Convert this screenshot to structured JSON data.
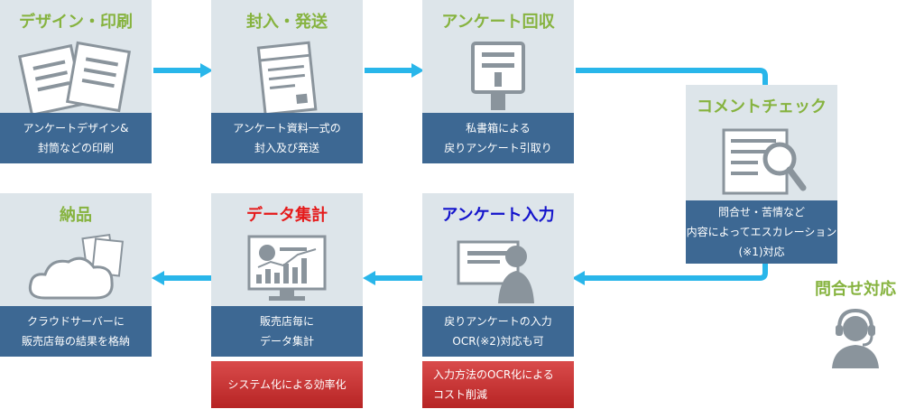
{
  "colors": {
    "card_bg": "#dde5ea",
    "desc_bg": "#3d6893",
    "title_green": "#86b33f",
    "title_red": "#e51a1a",
    "title_blue": "#1414cc",
    "arrow": "#29b6ea",
    "note_bg": "#c53030",
    "icon_gray": "#8a949c"
  },
  "steps": [
    {
      "title": "デザイン・印刷",
      "desc": [
        "アンケートデザイン&",
        "封筒などの印刷"
      ],
      "icon": "documents-icon"
    },
    {
      "title": "封入・発送",
      "desc": [
        "アンケート資料一式の",
        "封入及び発送"
      ],
      "icon": "envelope-icon"
    },
    {
      "title": "アンケート回収",
      "desc": [
        "私書箱による",
        "戻りアンケート引取り"
      ],
      "icon": "postbox-icon"
    },
    {
      "title": "コメントチェック",
      "desc": [
        "問合せ・苦情など",
        "内容によってエスカレーション",
        "(※1)対応"
      ],
      "icon": "document-magnifier-icon"
    },
    {
      "title": "アンケート入力",
      "desc": [
        "戻りアンケートの入力",
        "OCR(※2)対応も可"
      ],
      "icon": "person-at-computer-icon"
    },
    {
      "title": "データ集計",
      "desc": [
        "販売店毎に",
        "データ集計"
      ],
      "icon": "chart-monitor-icon"
    },
    {
      "title": "納品",
      "desc": [
        "クラウドサーバーに",
        "販売店毎の結果を格納"
      ],
      "icon": "cloud-documents-icon"
    }
  ],
  "notes": {
    "input": [
      "入力方法のOCR化による",
      "コスト削減"
    ],
    "aggregate": [
      "システム化による効率化"
    ]
  },
  "support": {
    "label": "問合せ対応",
    "icon": "headset-operator-icon"
  }
}
